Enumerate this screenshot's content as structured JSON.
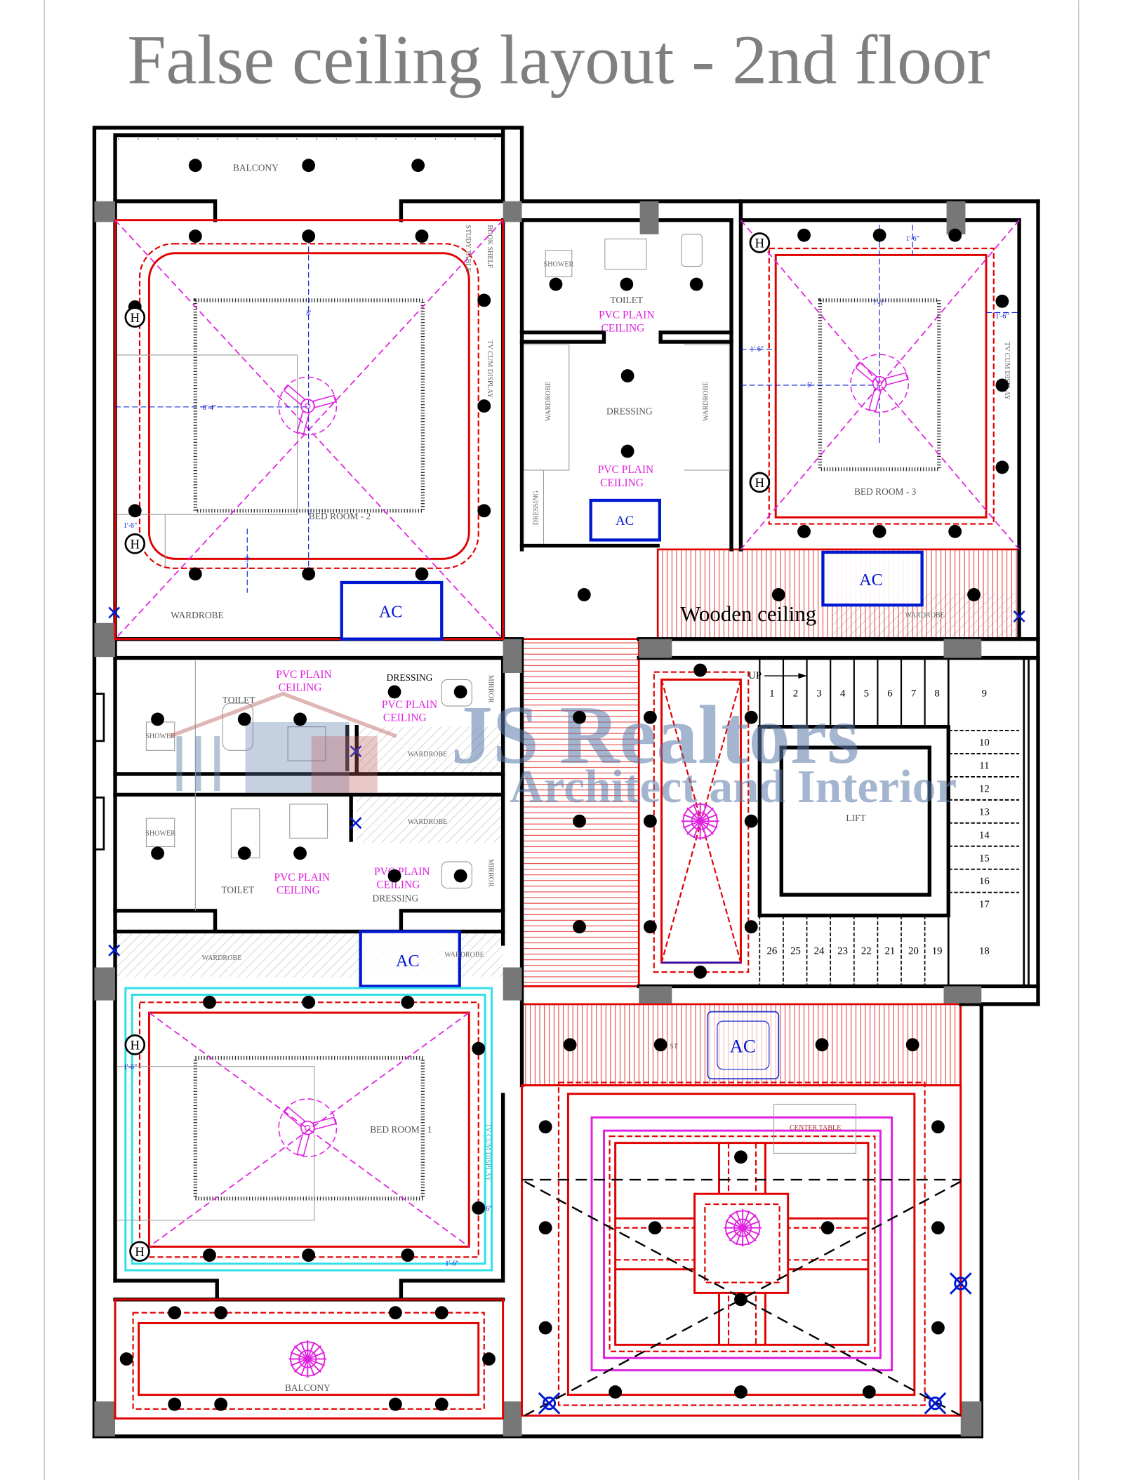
{
  "title": "False ceiling layout - 2nd floor",
  "watermark": {
    "brand": "JS Realtors",
    "tagline": "Architect and Interior"
  },
  "rooms": {
    "balcony_top": "BALCONY",
    "bedroom2": "BED ROOM - 2",
    "bedroom3": "BED ROOM - 3",
    "bedroom1": "BED ROOM - 1",
    "balcony_bottom": "BALCONY",
    "toilet": "TOILET",
    "dressing": "DRESSING",
    "lift": "LIFT"
  },
  "labels": {
    "pvc_line1": "PVC PLAIN",
    "pvc_line2": "CEILING",
    "wooden_ceiling": "Wooden ceiling",
    "ac": "AC",
    "wardrobe": "WARDROBE",
    "shower": "SHOWER",
    "mirror": "MIRROR",
    "study_table": "STUDY TABLE",
    "book_shelf": "BOOK SHELF",
    "tv_display": "TV CUM DISPLAY",
    "center_table": "CENTER TABLE",
    "up": "UP",
    "st": "ST",
    "heater": "H"
  },
  "dimensions": {
    "br2_vertical": "8'",
    "br2_horizontal": "8'-4\"",
    "offset_1_6": "1'-6\"",
    "br2_bottom": "3'",
    "br3_top": "7'-1\"",
    "br3_horizontal": "6'",
    "br1_side": "6\""
  },
  "stairs": {
    "top_row": [
      "1",
      "2",
      "3",
      "4",
      "5",
      "6",
      "7",
      "8",
      "9"
    ],
    "right_column": [
      "10",
      "11",
      "12",
      "13",
      "14",
      "15",
      "16",
      "17"
    ],
    "bottom_row": [
      "26",
      "25",
      "24",
      "23",
      "22",
      "21",
      "20",
      "19",
      "18"
    ]
  }
}
